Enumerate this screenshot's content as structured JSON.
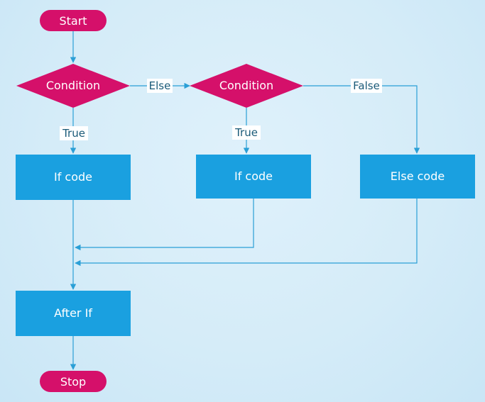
{
  "nodes": {
    "start": "Start",
    "condition1": "Condition",
    "condition2": "Condition",
    "if_code1": "If code",
    "if_code2": "If code",
    "else_code": "Else code",
    "after_if": "After If",
    "stop": "Stop"
  },
  "edges": {
    "else": "Else",
    "false": "False",
    "true1": "True",
    "true2": "True"
  },
  "colors": {
    "terminal": "#d5106a",
    "decision": "#d5106a",
    "process": "#1aa0e0",
    "connector": "#2a9fd6"
  }
}
